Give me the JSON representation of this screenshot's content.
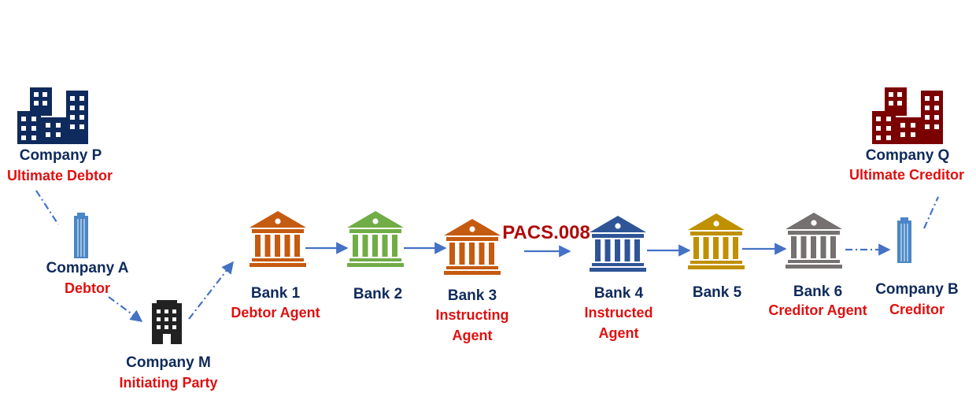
{
  "nodes": {
    "company_p": {
      "name": "Company P",
      "role": "Ultimate Debtor"
    },
    "company_a": {
      "name": "Company A",
      "role": "Debtor"
    },
    "company_m": {
      "name": "Company M",
      "role": "Initiating Party"
    },
    "bank1": {
      "name": "Bank 1",
      "role": "Debtor Agent"
    },
    "bank2": {
      "name": "Bank 2"
    },
    "bank3": {
      "name": "Bank 3",
      "role_line1": "Instructing",
      "role_line2": "Agent"
    },
    "bank4": {
      "name": "Bank 4",
      "role_line1": "Instructed",
      "role_line2": "Agent"
    },
    "bank5": {
      "name": "Bank 5"
    },
    "bank6": {
      "name": "Bank 6",
      "role": "Creditor Agent"
    },
    "company_b": {
      "name": "Company B",
      "role": "Creditor"
    },
    "company_q": {
      "name": "Company Q",
      "role": "Ultimate Creditor"
    }
  },
  "message": {
    "label": "PACS.008"
  },
  "colors": {
    "name_text": "#0f2a5c",
    "role_text": "#e01010",
    "message_text": "#b00a0a",
    "arrow": "#4472c4",
    "bank1": "#c55a11",
    "bank2": "#70ad47",
    "bank3": "#c55a11",
    "bank4": "#2f5597",
    "bank5": "#bf9000",
    "bank6": "#767171",
    "company_p_icon": "#0f2a5c",
    "company_q_icon": "#7b0000",
    "company_m_icon": "#222222",
    "tower_icon": "#4a86c5"
  }
}
